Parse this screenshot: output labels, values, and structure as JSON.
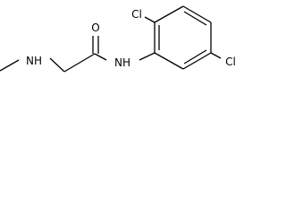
{
  "atom_labels": {
    "cl_top": "Cl",
    "cl_right": "Cl",
    "oxygen": "O",
    "amide_nh": "NH",
    "amine_nh": "NH"
  },
  "colors": {
    "bond": "#000000",
    "text": "#000000",
    "background": "#ffffff"
  }
}
